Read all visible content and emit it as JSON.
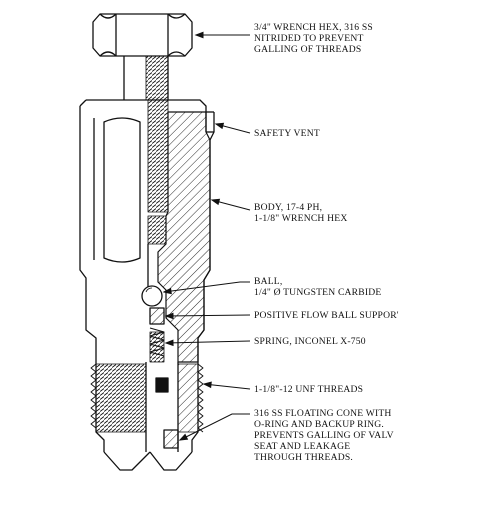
{
  "colors": {
    "ink": "#111111",
    "paper": "#ffffff"
  },
  "callouts": [
    {
      "id": "hex",
      "lines": [
        "3/4\" WRENCH HEX, 316 SS",
        "NITRIDED TO PREVENT",
        "GALLING OF THREADS"
      ]
    },
    {
      "id": "vent",
      "lines": [
        "SAFETY VENT"
      ]
    },
    {
      "id": "body",
      "lines": [
        "BODY, 17-4 PH,",
        "1-1/8\" WRENCH HEX"
      ]
    },
    {
      "id": "ball",
      "lines": [
        "BALL,",
        "1/4\" Ø TUNGSTEN CARBIDE"
      ]
    },
    {
      "id": "support",
      "lines": [
        "POSITIVE FLOW BALL SUPPOR'"
      ]
    },
    {
      "id": "spring",
      "lines": [
        "SPRING, INCONEL X-750"
      ]
    },
    {
      "id": "threads",
      "lines": [
        "1-1/8\"-12 UNF THREADS"
      ]
    },
    {
      "id": "cone",
      "lines": [
        "316 SS FLOATING CONE WITH",
        "O-RING AND BACKUP RING.",
        "PREVENTS GALLING OF VALV",
        "SEAT AND LEAKAGE",
        "THROUGH THREADS."
      ]
    }
  ]
}
